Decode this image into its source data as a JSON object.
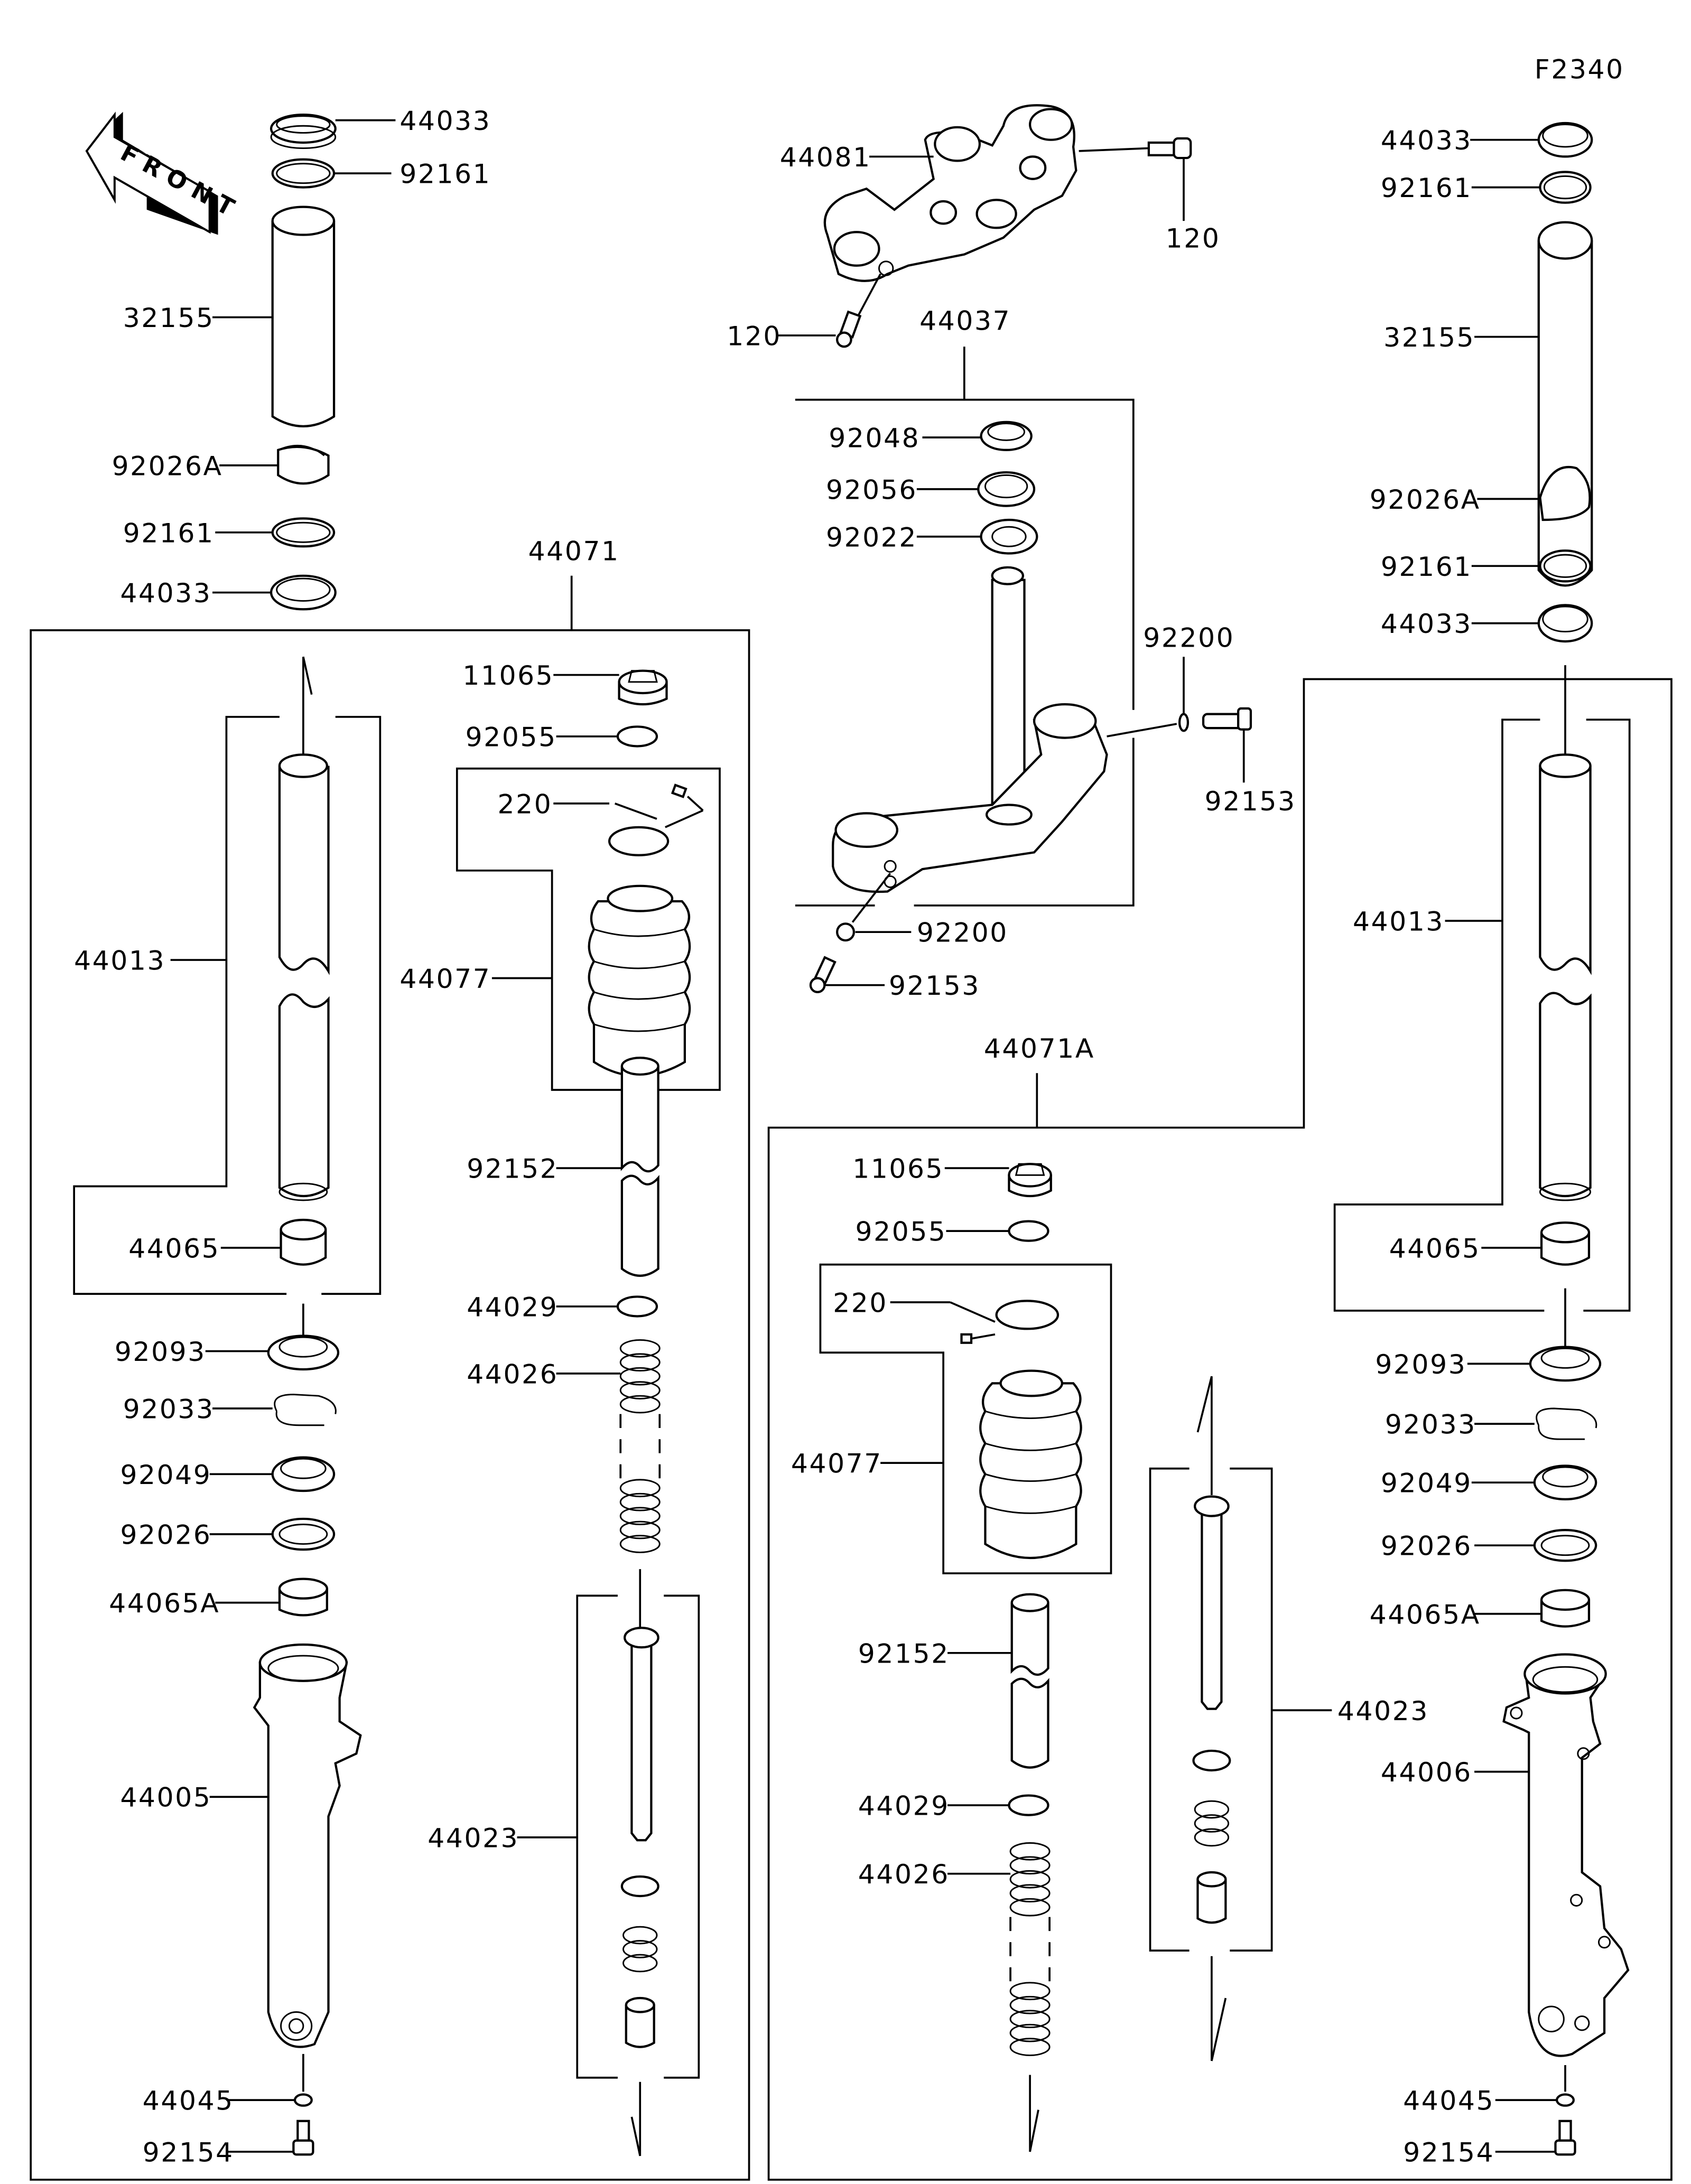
{
  "diagram": {
    "code": "F2340",
    "front_arrow_label": "FRONT",
    "top_left_stack": {
      "cap_seal_top": "44033",
      "ring_top": "92161",
      "tube_cover": "32155",
      "guide": "92026A",
      "ring_bottom": "92161",
      "cap_seal_bottom": "44033"
    },
    "top_right_stack": {
      "cap_seal_top": "44033",
      "ring_top": "92161",
      "tube_cover": "32155",
      "guide": "92026A",
      "ring_bottom": "92161",
      "cap_seal_bottom": "44033"
    },
    "upper_bracket": {
      "bracket": "44081",
      "bolt_right": "120",
      "bolt_left": "120"
    },
    "stem_assembly": {
      "group": "44037",
      "seal": "92048",
      "race": "92056",
      "washer": "92022",
      "oring_right": "92200",
      "bolt_right": "92153",
      "oring_left": "92200",
      "bolt_left": "92153"
    },
    "left_fork": {
      "group": "44071",
      "inner_tube": "44013",
      "bushing": "44065",
      "spacer_seal": "92093",
      "circlip": "92033",
      "oil_seal": "92049",
      "washer": "92026",
      "bushing_a": "44065A",
      "outer_tube": "44005",
      "gasket": "44045",
      "bolt": "92154",
      "cap_bolt": "11065",
      "oring": "92055",
      "clamp": "220",
      "boot": "44077",
      "collar": "92152",
      "spring_seat": "44029",
      "spring": "44026",
      "cylinder": "44023"
    },
    "right_fork": {
      "group": "44071A",
      "inner_tube": "44013",
      "bushing": "44065",
      "spacer_seal": "92093",
      "circlip": "92033",
      "oil_seal": "92049",
      "washer": "92026",
      "bushing_a": "44065A",
      "outer_tube": "44006",
      "gasket": "44045",
      "bolt": "92154",
      "cap_bolt": "11065",
      "oring": "92055",
      "clamp": "220",
      "boot": "44077",
      "collar": "92152",
      "spring_seat": "44029",
      "spring": "44026",
      "cylinder": "44023"
    }
  }
}
